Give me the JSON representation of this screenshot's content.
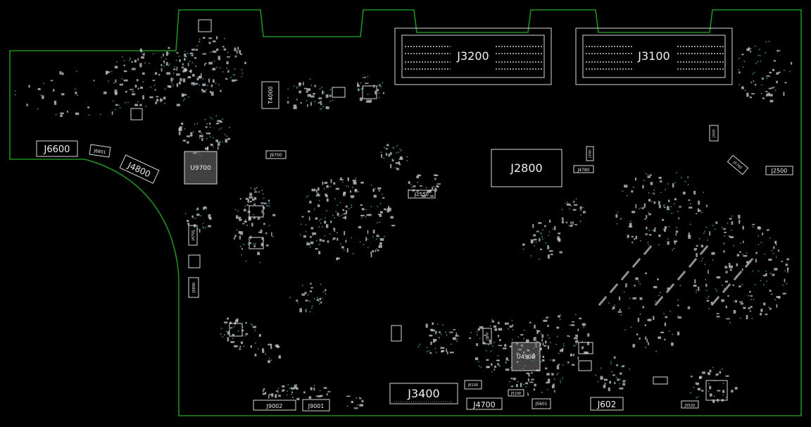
{
  "title": "",
  "colors": {
    "background": "#000000",
    "outline": "#1f8f1f",
    "silk": "#e6e6e6",
    "via": "#3a9aa8"
  },
  "components": [
    {
      "key": "j3200",
      "label": "J3200",
      "kind": "connector-large"
    },
    {
      "key": "j3100",
      "label": "J3100",
      "kind": "connector-large"
    },
    {
      "key": "j2800",
      "label": "J2800",
      "kind": "connector"
    },
    {
      "key": "j3400",
      "label": "J3400",
      "kind": "connector"
    },
    {
      "key": "j6600",
      "label": "J6600",
      "kind": "connector"
    },
    {
      "key": "j4800",
      "label": "J4800",
      "kind": "connector"
    },
    {
      "key": "j6801",
      "label": "J6801",
      "kind": "connector-small"
    },
    {
      "key": "t4000",
      "label": "T4000",
      "kind": "transformer"
    },
    {
      "key": "u9700",
      "label": "U9700",
      "kind": "ic"
    },
    {
      "key": "u4900",
      "label": "U4900",
      "kind": "ic"
    },
    {
      "key": "j9700",
      "label": "J9700",
      "kind": "connector-small"
    },
    {
      "key": "j2550",
      "label": "J2550",
      "kind": "connector-small"
    },
    {
      "key": "j4780",
      "label": "J4780",
      "kind": "connector-small"
    },
    {
      "key": "j4760",
      "label": "J4760",
      "kind": "connector-small"
    },
    {
      "key": "j2500",
      "label": "J2500",
      "kind": "connector-small"
    },
    {
      "key": "j5700",
      "label": "J5700",
      "kind": "connector-small"
    },
    {
      "key": "j5800",
      "label": "J5800",
      "kind": "connector-small"
    },
    {
      "key": "j5600",
      "label": "J5600",
      "kind": "connector-small"
    },
    {
      "key": "j4750",
      "label": "J4750",
      "kind": "connector-small"
    },
    {
      "key": "j9002",
      "label": "J9002",
      "kind": "connector-small"
    },
    {
      "key": "j9001",
      "label": "J9001",
      "kind": "connector-small"
    },
    {
      "key": "j6100",
      "label": "J6100",
      "kind": "connector-small"
    },
    {
      "key": "j4700",
      "label": "J4700",
      "kind": "connector"
    },
    {
      "key": "j5100",
      "label": "J5100",
      "kind": "connector-small"
    },
    {
      "key": "j5601",
      "label": "J5601",
      "kind": "connector-small"
    },
    {
      "key": "j602",
      "label": "J602",
      "kind": "connector"
    },
    {
      "key": "j5520",
      "label": "J5520",
      "kind": "connector-small"
    },
    {
      "key": "j5000",
      "label": "J5000",
      "kind": "connector-small"
    }
  ]
}
